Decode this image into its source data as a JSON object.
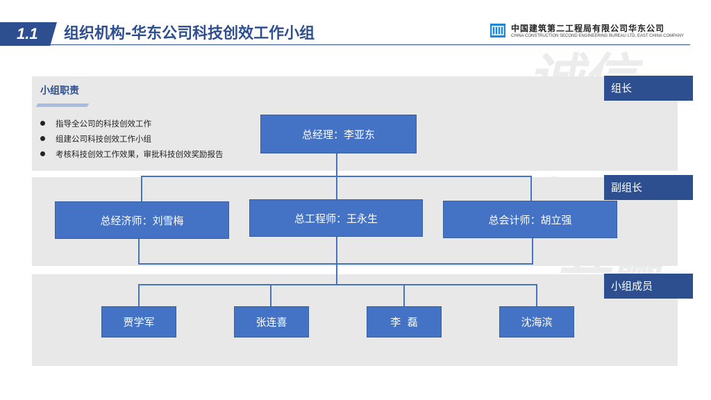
{
  "header": {
    "section_number": "1.1",
    "title": "组织机构-华东公司科技创效工作小组",
    "company_cn": "中国建筑第二工程局有限公司华东公司",
    "company_en": "CHINA CONSTRUCTION SECOND ENGINEERING BUREAU LTD. EAST CHINA COMPANY"
  },
  "watermark": [
    "诚信",
    "创新",
    "超越",
    "共赢"
  ],
  "duties": {
    "title": "小组职责",
    "items": [
      "指导全公司的科技创效工作",
      "组建公司科技创效工作小组",
      "考核科技创效工作效果，审批科技创效奖励报告"
    ]
  },
  "roles": {
    "leader": "组长",
    "deputy": "副组长",
    "members": "小组成员"
  },
  "org": {
    "general_manager": "总经理：李亚东",
    "deputies": [
      "总经济师：刘雪梅",
      "总工程师：王永生",
      "总会计师：胡立强"
    ],
    "members": [
      "贾学军",
      "张连喜",
      "李  磊",
      "沈海滨"
    ]
  },
  "colors": {
    "primary": "#2e4f8f",
    "box": "#4472c4",
    "band": "#e8e8e8"
  }
}
